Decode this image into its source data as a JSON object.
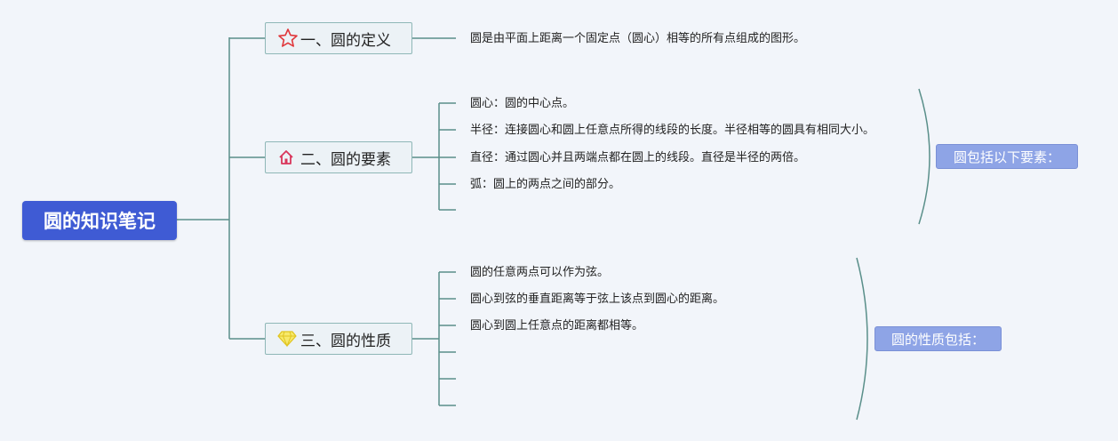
{
  "root": {
    "title": "圆的知识笔记"
  },
  "branches": [
    {
      "label": "一、圆的定义",
      "icon": "star-icon",
      "items": [
        "圆是由平面上距离一个固定点（圆心）相等的所有点组成的图形。"
      ]
    },
    {
      "label": "二、圆的要素",
      "icon": "house-icon",
      "items": [
        "圆心：圆的中心点。",
        "半径：连接圆心和圆上任意点所得的线段的长度。半径相等的圆具有相同大小。",
        "直径：通过圆心并且两端点都在圆上的线段。直径是半径的两倍。",
        "弧：圆上的两点之间的部分。",
        ""
      ],
      "summary": "圆包括以下要素："
    },
    {
      "label": "三、圆的性质",
      "icon": "diamond-icon",
      "items": [
        "圆的任意两点可以作为弦。",
        "圆心到弦的垂直距离等于弦上该点到圆心的距离。",
        "圆心到圆上任意点的距离都相等。",
        "",
        "",
        ""
      ],
      "summary": "圆的性质包括："
    }
  ],
  "colors": {
    "root_bg": "#3f5bd4",
    "line": "#5a8f8a",
    "branch_bg": "#ecf2f6",
    "branch_border": "#8fb7b7",
    "summary_bg": "#8ea4e6",
    "star": "#e0363a",
    "house": "#d9365b",
    "diamond": "#f2dc3a"
  }
}
